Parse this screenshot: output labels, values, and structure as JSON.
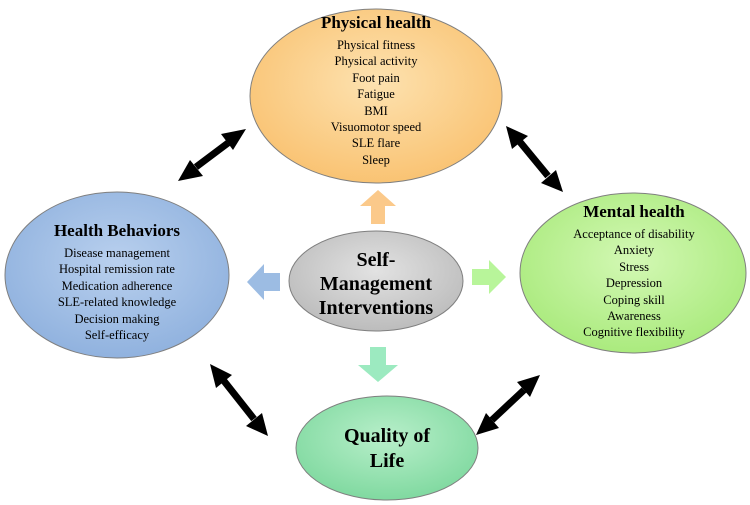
{
  "physical_health": {
    "title": "Physical health",
    "items": [
      "Physical fitness",
      "Physical activity",
      "Foot pain",
      "Fatigue",
      "BMI",
      "Visuomotor speed",
      "SLE flare",
      "Sleep"
    ],
    "color": "#fbc97b"
  },
  "health_behaviors": {
    "title": "Health Behaviors",
    "items": [
      "Disease management",
      "Hospital remission rate",
      "Medication adherence",
      "SLE-related knowledge",
      "Decision making",
      "Self-efficacy"
    ],
    "color": "#9cbbe1"
  },
  "mental_health": {
    "title": "Mental health",
    "items": [
      "Acceptance of disability",
      "Anxiety",
      "Stress",
      "Depression",
      "Coping skill",
      "Awareness",
      "Cognitive flexibility"
    ],
    "color": "#b5ef8c"
  },
  "center": {
    "title_lines": [
      "Self-",
      "Management",
      "Interventions"
    ],
    "color": "#c7c7c7"
  },
  "quality_of_life": {
    "title_lines": [
      "Quality of",
      "Life"
    ],
    "color": "#8fe0ab"
  },
  "arrow_colors": {
    "up": "#fbc98a",
    "left": "#9cbce3",
    "right": "#b8f59a",
    "down": "#9ceac0",
    "double": "#000000"
  }
}
